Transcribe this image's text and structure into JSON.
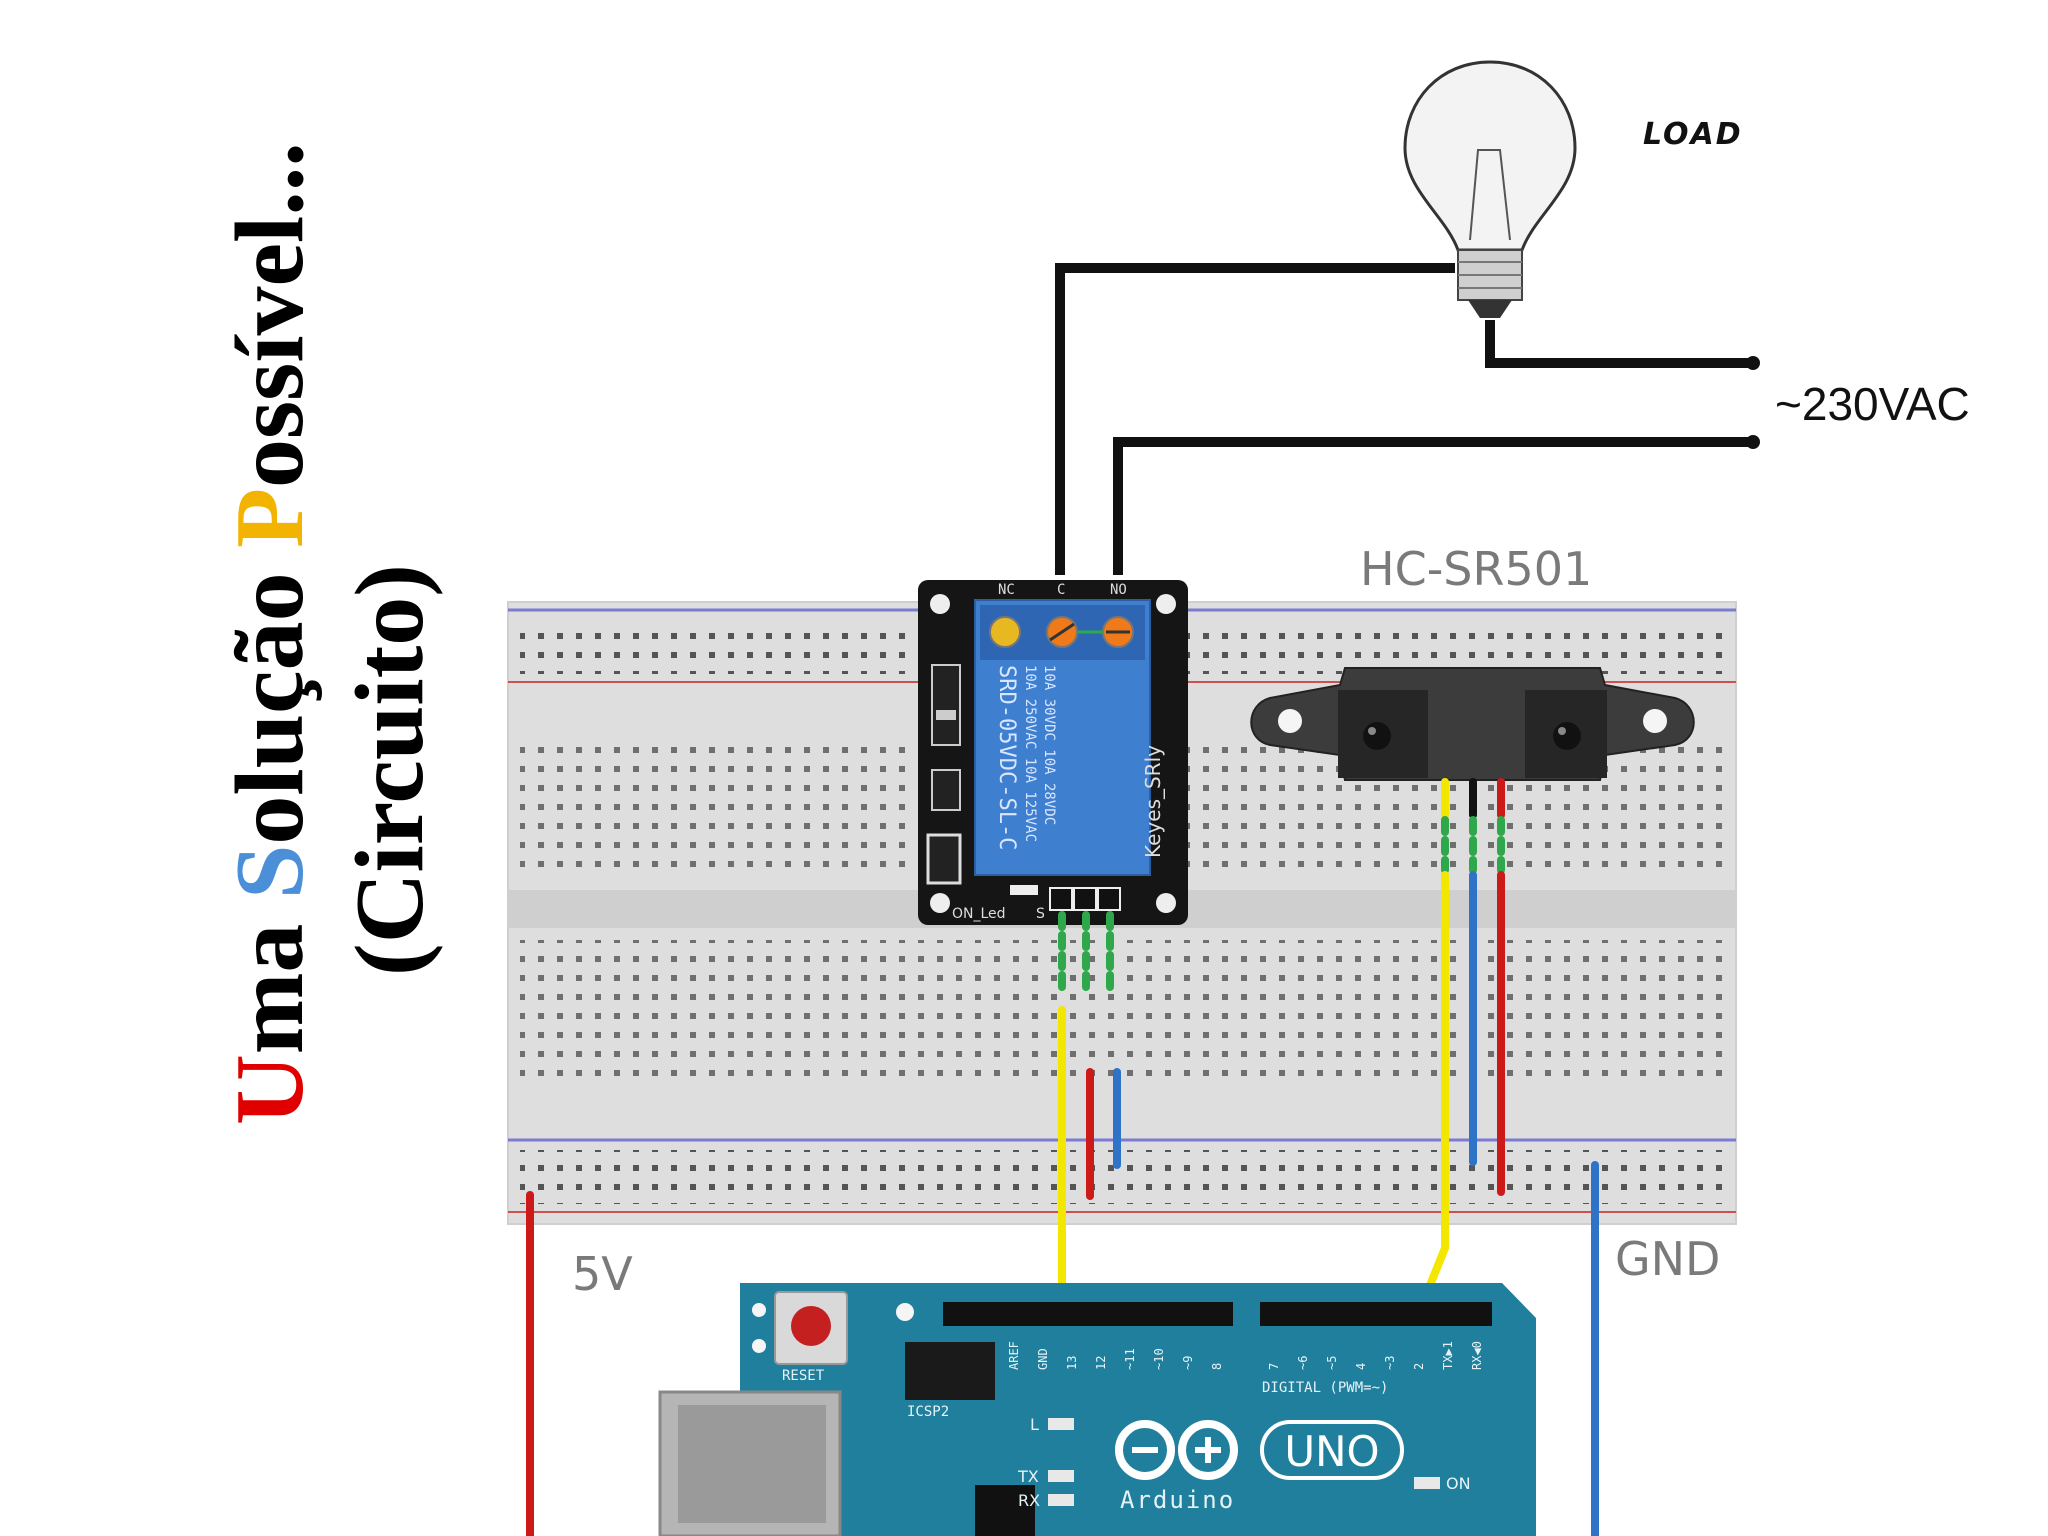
{
  "title": {
    "line1": [
      {
        "text": "U",
        "color": "#e00000"
      },
      {
        "text": "ma ",
        "color": "#000000"
      },
      {
        "text": "S",
        "color": "#4a8fd8"
      },
      {
        "text": "olução ",
        "color": "#000000"
      },
      {
        "text": "P",
        "color": "#f2b400"
      },
      {
        "text": "ossível...",
        "color": "#000000"
      }
    ],
    "line2": "(Circuito)"
  },
  "labels": {
    "load": "LOAD",
    "vac": "~230VAC",
    "sensor": "HC-SR501",
    "v5": "5V",
    "gnd": "GND"
  },
  "relay": {
    "pin_nc": "NC",
    "pin_c": "C",
    "pin_no": "NO",
    "text1": "SRD-05VDC-SL-C",
    "text2": "10A 250VAC 10A 125VAC",
    "text3": "10A 30VDC 10A 28VDC",
    "brand": "Keyes_SRly",
    "led": "ON_Led",
    "sig": "S"
  },
  "arduino": {
    "reset": "RESET",
    "icsp": "ICSP2",
    "digital": "DIGITAL (PWM=~)",
    "uno": "UNO",
    "brand": "Arduino",
    "led_l": "L",
    "led_tx": "TX",
    "led_rx": "RX",
    "led_on": "ON",
    "pins_left": [
      "AREF",
      "GND",
      "13",
      "12",
      "~11",
      "~10",
      "~9",
      "8"
    ],
    "pins_right": [
      "7",
      "~6",
      "~5",
      "4",
      "~3",
      "2",
      "TX▶1",
      "RX◀0"
    ]
  },
  "colors": {
    "wire_black": "#111111",
    "wire_red": "#cc1a1a",
    "wire_blue": "#2f73c9",
    "wire_yellow": "#f3e600",
    "relay_blue": "#3f7fd0",
    "board_teal": "#1f7f9c"
  }
}
